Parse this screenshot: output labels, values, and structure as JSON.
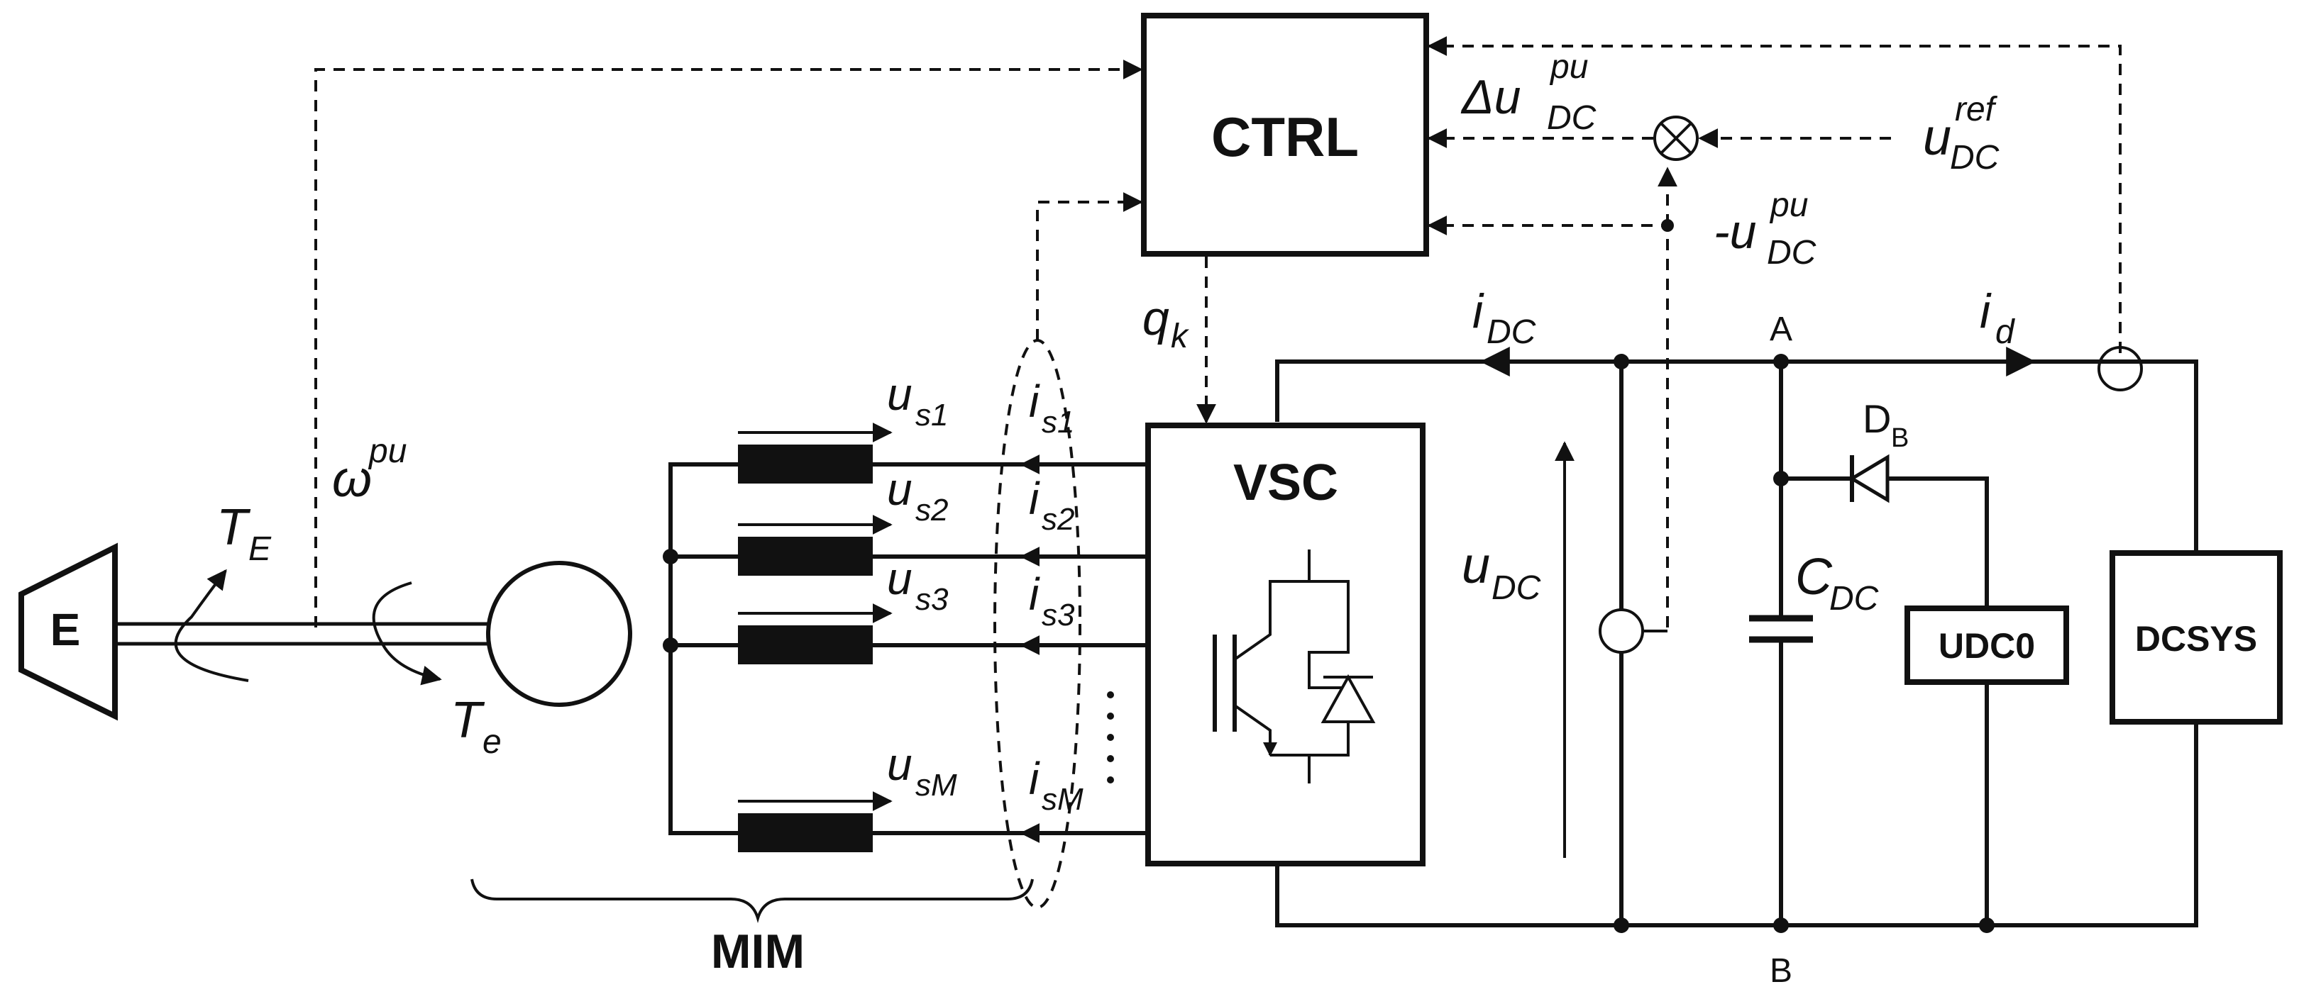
{
  "blocks": {
    "ctrl": "CTRL",
    "vsc": "VSC",
    "engine": "E",
    "udc0": "UDC0",
    "dcsys": "DCSYS",
    "mim": "MIM"
  },
  "nodes": {
    "a": "A",
    "b": "B"
  },
  "labels": {
    "delta_u": {
      "main": "Δu",
      "sub": "DC",
      "sup": "pu"
    },
    "u_ref": {
      "main": "u",
      "sub": "DC",
      "sup": "ref"
    },
    "neg_u": {
      "main": "-u",
      "sub": "DC",
      "sup": "pu"
    },
    "q_k": {
      "main": "q",
      "sub": "k"
    },
    "i_dc": {
      "main": "i",
      "sub": "DC"
    },
    "i_d": {
      "main": "i",
      "sub": "d"
    },
    "u_dc": {
      "main": "u",
      "sub": "DC"
    },
    "c_dc": {
      "main": "C",
      "sub": "DC"
    },
    "d_b": {
      "main": "D",
      "sub": "B"
    },
    "omega": {
      "main": "ω",
      "sup": "pu"
    },
    "t_E": {
      "main": "T",
      "sub": "E"
    },
    "t_e": {
      "main": "T",
      "sub": "e"
    },
    "u_s1": {
      "main": "u",
      "sub": "s1"
    },
    "u_s2": {
      "main": "u",
      "sub": "s2"
    },
    "u_s3": {
      "main": "u",
      "sub": "s3"
    },
    "u_sM": {
      "main": "u",
      "sub": "sM"
    },
    "i_s1": {
      "main": "i",
      "sub": "s1"
    },
    "i_s2": {
      "main": "i",
      "sub": "s2"
    },
    "i_s3": {
      "main": "i",
      "sub": "s3"
    },
    "i_sM": {
      "main": "i",
      "sub": "sM"
    }
  }
}
